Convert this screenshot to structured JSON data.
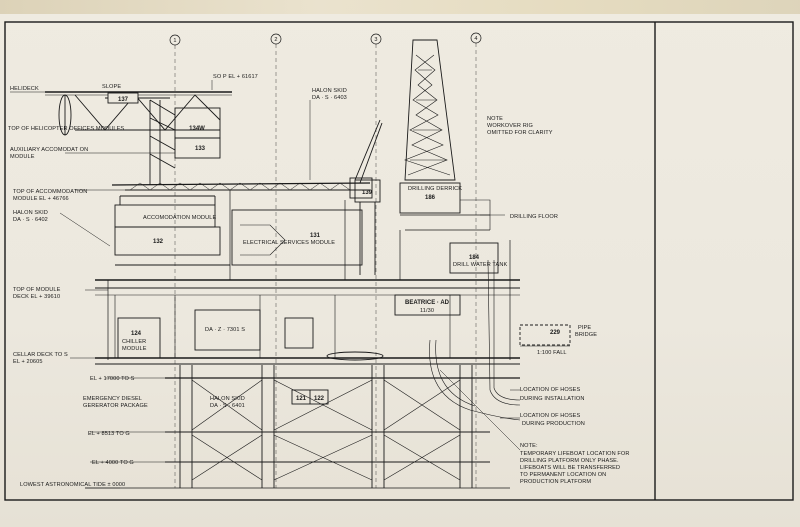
{
  "grid_markers": [
    "1",
    "2",
    "3",
    "4"
  ],
  "labels": {
    "helideck": "HELIDECK",
    "slope": "SLOPE",
    "sopel": "SO P EL + 61617",
    "top_heli": "TOP OF HELICOPTER OFFICES MODULES",
    "aux_accom_1": "AUXILIARY ACCOMODAT ON",
    "aux_accom_2": "MODULE",
    "top_accom_1": "TOP OF ACCOMMODATION",
    "top_accom_2": "MODULE EL + 46766",
    "halon_skid_l_1": "HALON SKID",
    "halon_skid_l_2": "DA · S · 6402",
    "top_module_1": "TOP OF MODULE",
    "top_module_2": "DECK EL + 39610",
    "cellar_1": "CELLAR DECK TO S",
    "cellar_2": "EL + 20605",
    "el17000": "EL + 17000 TO S",
    "emergency_1": "EMERGENCY DIESEL",
    "emergency_2": "GERERATOR PACKAGE",
    "el8513": "EL + 8513 TO G",
    "el4000": "EL + 4000 TO G",
    "lat": "LOWEST ASTRONOMICAL TIDE ± 0000",
    "halon_skid_top_1": "HALON SKID",
    "halon_skid_top_2": "DA · S · 6403",
    "note_top_1": "NOTE",
    "note_top_2": "WORKOVER RIG",
    "note_top_3": "OMITTED FOR CLARITY",
    "drilling_derrick": "DRILLING DERRICK",
    "drilling_floor": "DRILLING FLOOR",
    "accommodation_module": "ACCOMODATION MODULE",
    "electrical_services": "ELECTRICAL SERVICES MODULE",
    "drill_water_tank": "DRILL WATER TANK",
    "beatrice_1": "BEATRICE · AD",
    "beatrice_2": "11/30",
    "pipe_bridge_1": "PIPE",
    "pipe_bridge_2": "BRIDGE",
    "fall": "1:100 FALL",
    "chiller_1": "CHILLER",
    "chiller_2": "MODULE",
    "daz": "DA · Z · 7301 S",
    "halon_skid_bot_1": "HALON SKID",
    "halon_skid_bot_2": "DA · S · 6401",
    "loc_hoses_install_1": "LOCATION OF HOSES",
    "loc_hoses_install_2": "DURING INSTALLATION",
    "loc_hoses_prod_1": "LOCATION OF HOSES",
    "loc_hoses_prod_2": "DURING PRODUCTION",
    "note_bot_1": "NOTE:",
    "note_bot_2": "TEMPORARY LIFEBOAT LOCATION FOR",
    "note_bot_3": "DRILLING PLATFORM ONLY PHASE.",
    "note_bot_4": "LIFEBOATS WILL BE TRANSFERRED",
    "note_bot_5": "TO PERMANENT LOCATION ON",
    "note_bot_6": "PRODUCTION PLATFORM"
  },
  "module_numbers": {
    "m137": "137",
    "m134w": "134W",
    "m133": "133",
    "m132": "132",
    "m131": "131",
    "m139": "139",
    "m186": "186",
    "m184": "184",
    "m124": "124",
    "m229": "229",
    "m121": "121",
    "m122": "122"
  },
  "colors": {
    "ink": "#1a1a1a",
    "paper": "#ece8de"
  }
}
